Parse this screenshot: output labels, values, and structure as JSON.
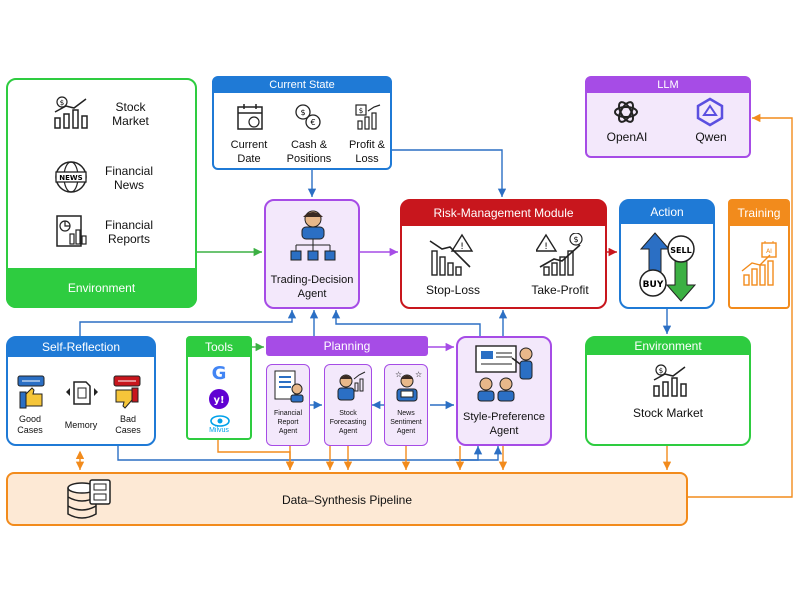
{
  "environment_left": {
    "items": [
      {
        "label": "Stock\nMarket",
        "icon": "stock-chart-icon"
      },
      {
        "label": "Financial\nNews",
        "icon": "globe-news-icon"
      },
      {
        "label": "Financial\nReports",
        "icon": "report-icon"
      }
    ],
    "footer": "Environment",
    "color": "#2ecc40"
  },
  "current_state": {
    "title": "Current State",
    "items": [
      {
        "label": "Current\nDate",
        "icon": "calendar-icon"
      },
      {
        "label": "Cash &\nPositions",
        "icon": "currency-exchange-icon"
      },
      {
        "label": "Profit &\nLoss",
        "icon": "profit-chart-icon"
      }
    ],
    "color": "#1f7ad6"
  },
  "trading_agent": {
    "label": "Trading-Decision\nAgent",
    "color": "#a64ce6"
  },
  "risk_module": {
    "title": "Risk-Management Module",
    "items": [
      {
        "label": "Stop-Loss",
        "icon": "falling-chart-warning-icon"
      },
      {
        "label": "Take-Profit",
        "icon": "rising-chart-warning-icon"
      }
    ],
    "color": "#c8161d"
  },
  "action": {
    "title": "Action",
    "buy": "BUY",
    "sell": "SELL",
    "color": "#1f7ad6"
  },
  "training": {
    "title": "Training",
    "color": "#f28b1c"
  },
  "llm": {
    "title": "LLM",
    "items": [
      {
        "label": "OpenAI",
        "icon": "openai-logo-icon"
      },
      {
        "label": "Qwen",
        "icon": "qwen-logo-icon"
      }
    ],
    "color": "#a64ce6"
  },
  "self_reflection": {
    "title": "Self-Reflection",
    "items": [
      {
        "label": "Good\nCases",
        "icon": "thumbs-up-icon"
      },
      {
        "label": "Memory",
        "icon": "memory-card-icon"
      },
      {
        "label": "Bad\nCases",
        "icon": "thumbs-down-icon"
      }
    ],
    "color": "#1f7ad6"
  },
  "tools": {
    "title": "Tools",
    "items": [
      {
        "label": "",
        "icon": "google-logo-icon",
        "glyph": "G"
      },
      {
        "label": "",
        "icon": "yahoo-logo-icon",
        "glyph": "y!"
      },
      {
        "label": "Milvus",
        "icon": "milvus-logo-icon"
      }
    ],
    "color": "#2ecc40"
  },
  "planning": {
    "title": "Planning",
    "agents": [
      {
        "label": "Financial\nReport\nAgent",
        "icon": "report-agent-icon"
      },
      {
        "label": "Stock\nForecasting\nAgent",
        "icon": "forecast-agent-icon"
      },
      {
        "label": "News\nSentiment\nAgent",
        "icon": "news-agent-icon"
      }
    ],
    "color": "#a64ce6"
  },
  "style_agent": {
    "label": "Style-Preference\nAgent",
    "color": "#a64ce6"
  },
  "environment_right": {
    "title": "Environment",
    "label": "Stock Market",
    "color": "#2ecc40"
  },
  "pipeline": {
    "label": "Data–Synthesis Pipeline",
    "color": "#f28b1c"
  },
  "colors": {
    "arrow_blue": "#2b6fc4",
    "arrow_green": "#3cb043",
    "arrow_orange": "#f28b1c",
    "arrow_red": "#c8161d",
    "arrow_purple": "#a64ce6"
  }
}
